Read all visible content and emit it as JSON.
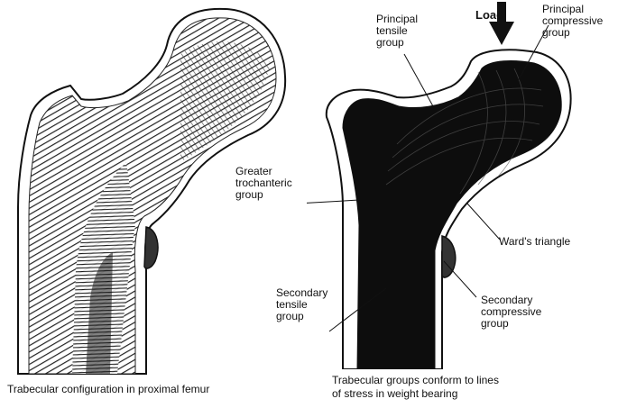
{
  "left_figure": {
    "caption": "Trabecular configuration in proximal femur"
  },
  "right_figure": {
    "load_label": "Load",
    "caption_lines": [
      "Trabecular groups conform to lines",
      "of stress in weight bearing"
    ],
    "labels": {
      "principal_tensile": [
        "Principal",
        "tensile",
        "group"
      ],
      "principal_compressive": [
        "Principal",
        "compressive",
        "group"
      ],
      "greater_trochanteric": [
        "Greater",
        "trochanteric",
        "group"
      ],
      "wards_triangle": [
        "Ward's triangle"
      ],
      "secondary_tensile": [
        "Secondary",
        "tensile",
        "group"
      ],
      "secondary_compressive": [
        "Secondary",
        "compressive",
        "group"
      ]
    }
  },
  "colors": {
    "ink": "#111111",
    "bone": "#ffffff",
    "dense": "#0d0d0d"
  }
}
